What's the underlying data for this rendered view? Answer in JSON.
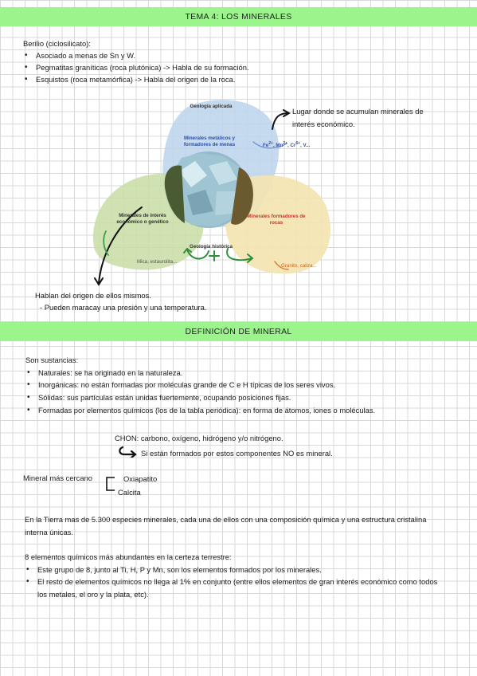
{
  "section1": {
    "title": "TEMA 4: LOS MINERALES",
    "heading": "Berilio (ciclosilicato):",
    "bullets": [
      "Asociado a menas de Sn y W.",
      "Pegmatitas graníticas (roca plutónica) -> Habla de su formación.",
      "Esquistos (roca metamórfica) -> Habla del origen de la roca."
    ]
  },
  "diagram": {
    "top_label": "Geología aplicada",
    "center_top": "Minerales metálicos y formadores de menas",
    "ions": [
      "Fe",
      "2+",
      ", Mn",
      "2+",
      ", Cr",
      "6+",
      ", V..."
    ],
    "left_label": "Minerales de interés económico o genético",
    "right_label": "Minerales formadores de rocas",
    "bottom_label": "Geología histórica",
    "bottom_left": "Mica, estaurolita...",
    "bottom_right": "Granito, caliza...",
    "note_right": "Lugar donde se acumulan minerales de interés económico.",
    "note_left_1": "Hablan del origen de ellos mismos.",
    "note_left_2": "- Pueden maracay una presión y una temperatura.",
    "colors": {
      "blue": "#bcd3ec",
      "green": "#c9dda4",
      "yellow": "#f4e3b0",
      "mineral": "#8fb6c8"
    }
  },
  "section2": {
    "title": "DEFINICIÓN DE MINERAL",
    "intro": "Son sustancias:",
    "bullets": [
      "Naturales: se ha originado en la naturaleza.",
      "Inorgánicas: no están formadas por moléculas grande de C e H típicas de los seres vivos.",
      "Sólidas: sus partículas están unidas fuertemente, ocupando posiciones fijas.",
      "Formadas por elementos químicos (los de la tabla periódica): en forma de átomos, iones o moléculas."
    ],
    "chon": "CHON: carbono, oxígeno, hidrógeno y/o nitrógeno.",
    "chon_arrow": "Si están formados por estos componentes NO es mineral.",
    "closest_label": "Mineral más cercano",
    "closest_items": [
      "Oxiapatito",
      "Calcita"
    ],
    "para": "En la Tierra mas de 5.300 especies minerales, cada una de ellos con una composición química y una estructura cristalina interna únicas.",
    "elements_heading": "8 elementos químicos más abundantes en la certeza terrestre:",
    "elements_bullets": [
      "Este grupo de 8, junto al Ti, H, P y Mn, son los elementos formados por los minerales.",
      "El resto de elementos químicos no llega al 1% en conjunto (entre ellos elementos de gran interés económico como todos los metales, el oro y la plata, etc)."
    ]
  }
}
